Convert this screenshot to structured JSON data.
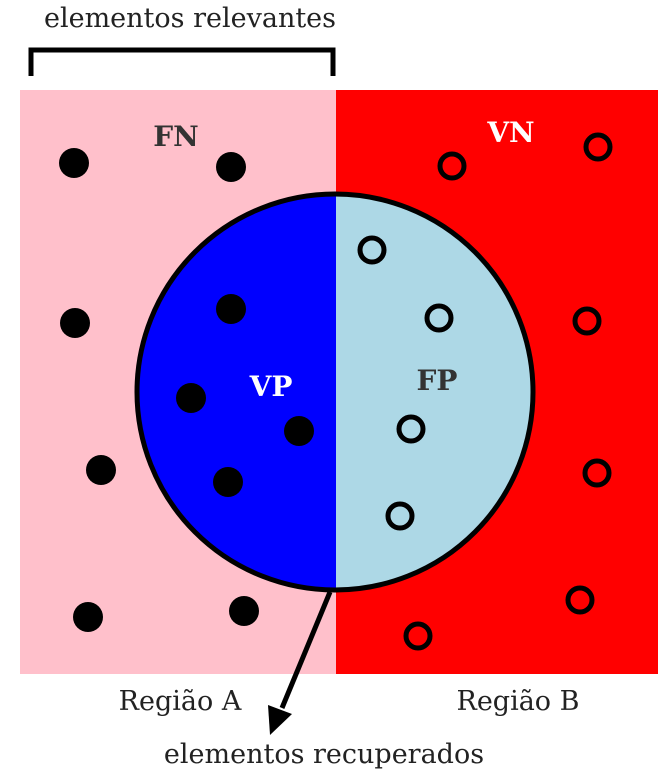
{
  "labels": {
    "relevant_elements": "elementos relevantes",
    "retrieved_elements": "elementos recuperados",
    "region_a": "Região A",
    "region_b": "Região B",
    "fn": "FN",
    "vn": "VN",
    "vp": "VP",
    "fp": "FP"
  },
  "colors": {
    "region_a_fill": "#ffc0cb",
    "region_b_fill": "#ff0000",
    "vp_fill": "#0000ff",
    "fp_fill": "#add8e6",
    "outline": "#000000",
    "label_dark": "#333333",
    "label_light": "#ffffff"
  },
  "markers": {
    "relevant": "filled-circle",
    "non_relevant": "hollow-circle"
  }
}
